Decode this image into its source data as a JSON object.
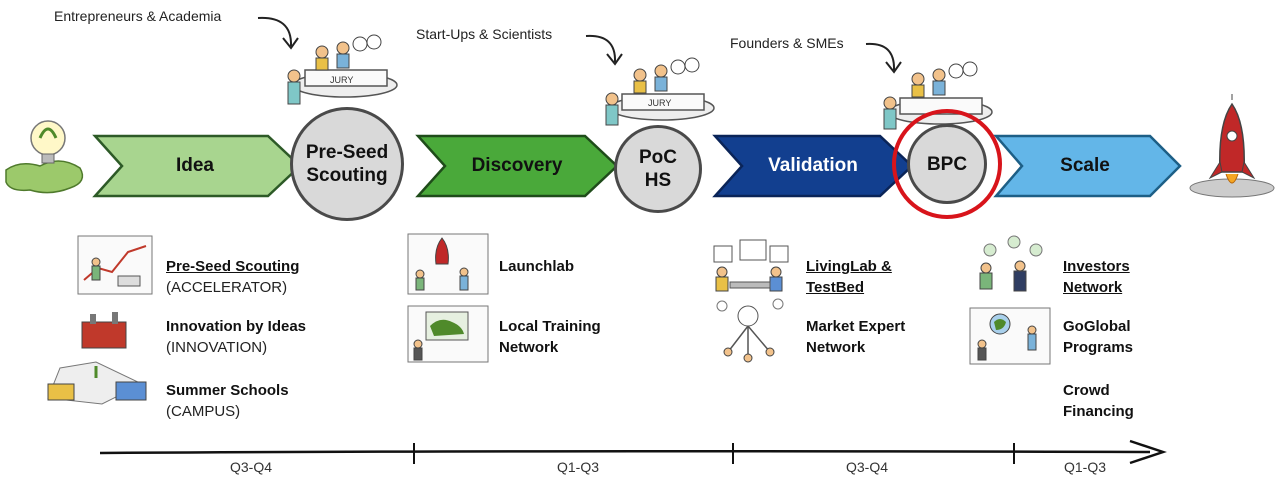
{
  "annotations": {
    "entrepreneurs": "Entrepreneurs & Academia",
    "startups": "Start-Ups & Scientists",
    "founders": "Founders & SMEs"
  },
  "stages": {
    "idea": "Idea",
    "discovery": "Discovery",
    "validation": "Validation",
    "scale": "Scale"
  },
  "gates": {
    "preseed_line1": "Pre-Seed",
    "preseed_line2": "Scouting",
    "poc_line1": "PoC",
    "poc_line2": "HS",
    "bpc": "BPC"
  },
  "programs": {
    "col1": [
      {
        "name": "Pre-Seed Scouting",
        "sub": "(ACCELERATOR)"
      },
      {
        "name": "Innovation by Ideas",
        "sub": "(INNOVATION)"
      },
      {
        "name": "Summer Schools",
        "sub": "(CAMPUS)"
      }
    ],
    "col2": [
      {
        "name": "Launchlab"
      },
      {
        "name1": "Local Training",
        "name2": "Network"
      }
    ],
    "col3": [
      {
        "name1": "LivingLab &",
        "name2": "TestBed"
      },
      {
        "name1": "Market Expert",
        "name2": "Network"
      }
    ],
    "col4": [
      {
        "name1": "Investors",
        "name2": "Network"
      },
      {
        "name1": "GoGlobal",
        "name2": "Programs"
      },
      {
        "name1": "Crowd",
        "name2": "Financing"
      }
    ]
  },
  "timeline": [
    "Q3-Q4",
    "Q1-Q3",
    "Q3-Q4",
    "Q1-Q3"
  ],
  "jury_sign": "JURY",
  "colors": {
    "idea": "#a8d58f",
    "discovery": "#4aa93a",
    "validation": "#123f8f",
    "scale": "#63b6e8",
    "gate": "#d9d9d9",
    "highlight": "#d8141b"
  }
}
